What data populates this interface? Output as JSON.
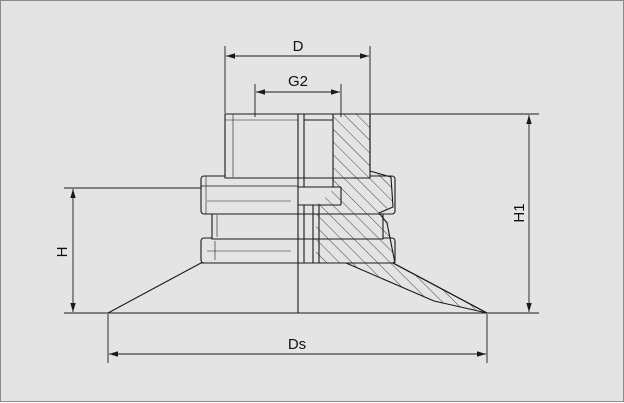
{
  "diagram": {
    "labels": {
      "D": "D",
      "G2": "G2",
      "H": "H",
      "H1": "H1",
      "Ds": "Ds"
    },
    "colors": {
      "background": "#e4e4e4",
      "line": "#1a1a1a",
      "frame": "#8c8c8c"
    }
  }
}
